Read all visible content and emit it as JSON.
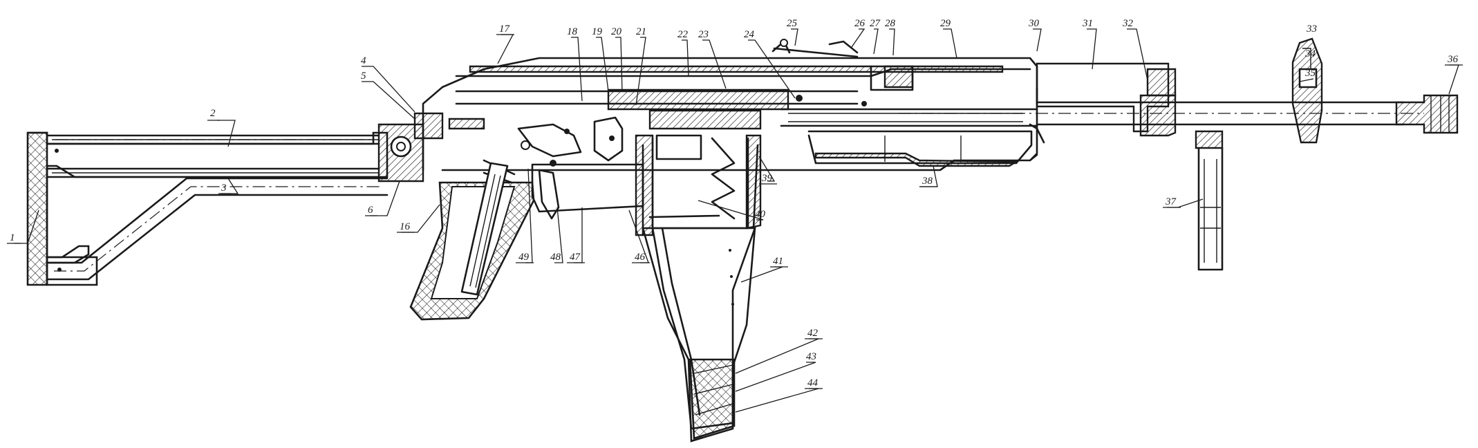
{
  "callouts": [
    {
      "id": "c1",
      "text": "1"
    },
    {
      "id": "c2",
      "text": "2"
    },
    {
      "id": "c3",
      "text": "3"
    },
    {
      "id": "c4",
      "text": "4"
    },
    {
      "id": "c5",
      "text": "5"
    },
    {
      "id": "c6",
      "text": "6"
    },
    {
      "id": "c16",
      "text": "16"
    },
    {
      "id": "c17",
      "text": "17"
    },
    {
      "id": "c18",
      "text": "18"
    },
    {
      "id": "c19",
      "text": "19"
    },
    {
      "id": "c20",
      "text": "20"
    },
    {
      "id": "c21",
      "text": "21"
    },
    {
      "id": "c22",
      "text": "22"
    },
    {
      "id": "c23",
      "text": "23"
    },
    {
      "id": "c24",
      "text": "24"
    },
    {
      "id": "c25",
      "text": "25"
    },
    {
      "id": "c26",
      "text": "26"
    },
    {
      "id": "c27",
      "text": "27"
    },
    {
      "id": "c28",
      "text": "28"
    },
    {
      "id": "c29",
      "text": "29"
    },
    {
      "id": "c30",
      "text": "30"
    },
    {
      "id": "c31",
      "text": "31"
    },
    {
      "id": "c32",
      "text": "32"
    },
    {
      "id": "c33",
      "text": "33"
    },
    {
      "id": "c34",
      "text": "34"
    },
    {
      "id": "c35",
      "text": "35"
    },
    {
      "id": "c36",
      "text": "36"
    },
    {
      "id": "c37",
      "text": "37"
    },
    {
      "id": "c38",
      "text": "38"
    },
    {
      "id": "c39",
      "text": "39"
    },
    {
      "id": "c40",
      "text": "40"
    },
    {
      "id": "c41",
      "text": "41"
    },
    {
      "id": "c42",
      "text": "42"
    },
    {
      "id": "c43",
      "text": "43"
    },
    {
      "id": "c44",
      "text": "44"
    },
    {
      "id": "c46",
      "text": "46"
    },
    {
      "id": "c47",
      "text": "47"
    },
    {
      "id": "c48",
      "text": "48"
    },
    {
      "id": "c49",
      "text": "49"
    }
  ],
  "colors": {
    "line": "#1a1a1a",
    "paper": "#ffffff"
  }
}
